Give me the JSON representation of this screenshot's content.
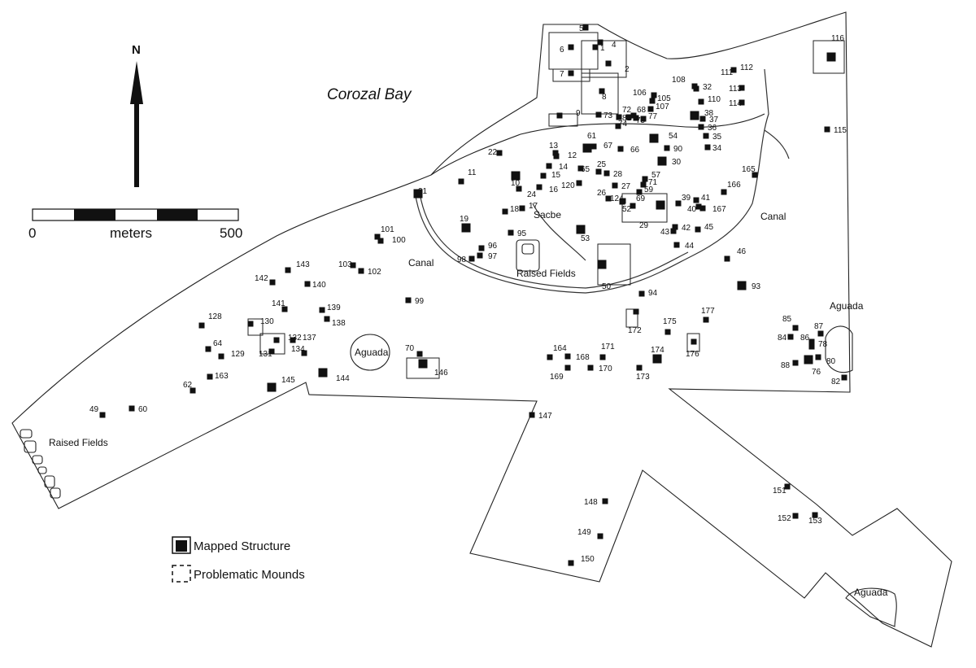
{
  "map": {
    "water_label": "Corozal Bay",
    "north_label": "N",
    "scale": {
      "min": "0",
      "max": "500",
      "unit": "meters"
    },
    "legend": {
      "mapped": "Mapped Structure",
      "problematic": "Problematic Mounds"
    },
    "features": {
      "aguada_1": "Aguada",
      "aguada_2": "Aguada",
      "aguada_3": "Aguada",
      "canal_1": "Canal",
      "canal_2": "Canal",
      "sacbe": "Sacbe",
      "raised_fields_1": "Raised Fields",
      "raised_fields_2": "Raised Fields"
    },
    "structures": [
      "1",
      "2",
      "4",
      "5",
      "6",
      "7",
      "8",
      "9",
      "10",
      "11",
      "12",
      "13",
      "14",
      "15",
      "16",
      "17",
      "18",
      "19",
      "21",
      "22",
      "24",
      "25",
      "26",
      "27",
      "28",
      "29",
      "30",
      "32",
      "34",
      "35",
      "36",
      "37",
      "38",
      "39",
      "40",
      "41",
      "42",
      "43",
      "44",
      "45",
      "46",
      "49",
      "50",
      "52",
      "53",
      "54",
      "57",
      "59",
      "60",
      "61",
      "62",
      "64",
      "65",
      "66",
      "67",
      "68",
      "69",
      "70",
      "71",
      "72",
      "73",
      "74",
      "75",
      "76",
      "77",
      "78",
      "80",
      "81",
      "82",
      "84",
      "85",
      "86",
      "87",
      "88",
      "90",
      "93",
      "94",
      "95",
      "96",
      "97",
      "98",
      "99",
      "100",
      "101",
      "102",
      "103",
      "105",
      "106",
      "107",
      "108",
      "110",
      "111",
      "112",
      "113",
      "114",
      "115",
      "116",
      "120",
      "124",
      "128",
      "129",
      "130",
      "131",
      "132",
      "134",
      "137",
      "138",
      "139",
      "140",
      "141",
      "142",
      "143",
      "144",
      "145",
      "146",
      "147",
      "148",
      "149",
      "150",
      "151",
      "152",
      "153",
      "163",
      "164",
      "165",
      "166",
      "167",
      "168",
      "169",
      "170",
      "171",
      "172",
      "173",
      "174",
      "175",
      "176",
      "177"
    ]
  }
}
